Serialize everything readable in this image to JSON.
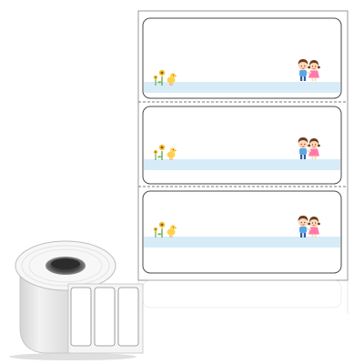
{
  "product": {
    "subject": "label-roll",
    "label_count_on_liner": 3,
    "label_count_on_roll_face": 3
  },
  "colors": {
    "liner": "#ffffff",
    "liner_border": "#9a9a9a",
    "perforation": "#7a7a7a",
    "label_border": "#4a4a4a",
    "stripe": "#d8ecf8",
    "roll_side": "#e6e6e6",
    "roll_shadow": "#c9c9c9",
    "roll_core": "#3a3a3a",
    "sunflower": "#f4c430",
    "chick": "#ffd24a",
    "boy_shirt": "#5aa7e6",
    "girl_dress": "#ff7aa8",
    "hair": "#6b3b1e",
    "skin": "#ffd8b8"
  },
  "icons": {
    "left_decoration": "sunflower-chick-icon",
    "right_decoration": "children-holding-hands-icon"
  }
}
